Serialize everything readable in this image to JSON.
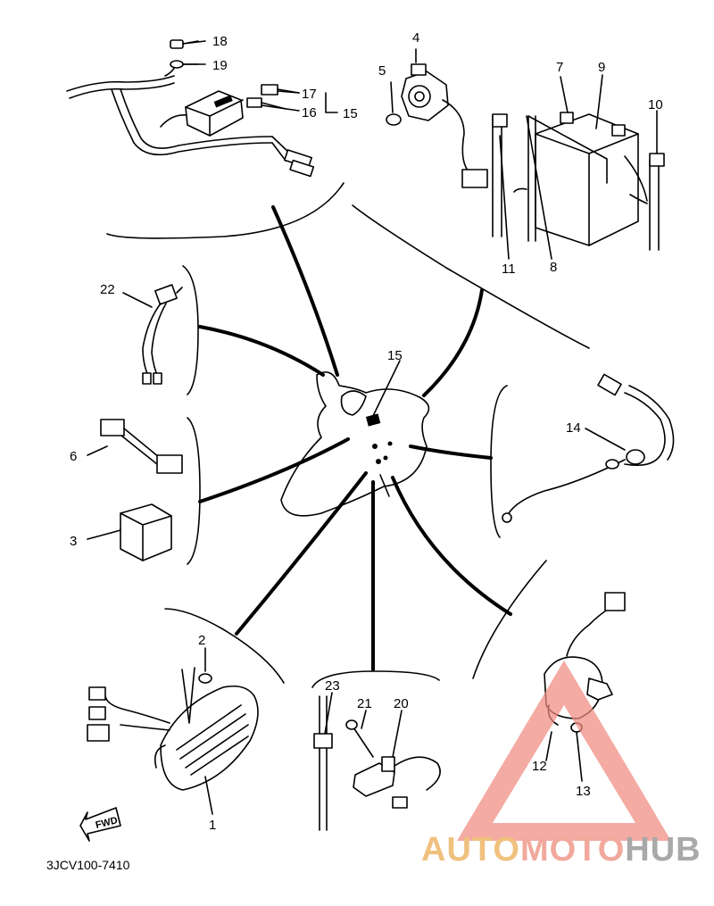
{
  "diagram": {
    "part_code": "3JCV100-7410",
    "fwd_label": "FWD",
    "callouts": {
      "c1": "1",
      "c2": "2",
      "c3": "3",
      "c4": "4",
      "c5": "5",
      "c6": "6",
      "c7": "7",
      "c8": "8",
      "c9": "9",
      "c10": "10",
      "c11": "11",
      "c12": "12",
      "c13": "13",
      "c14": "14",
      "c15_top": "15",
      "c15_center": "15",
      "c16": "16",
      "c17": "17",
      "c18": "18",
      "c19": "19",
      "c20": "20",
      "c21": "21",
      "c22": "22",
      "c23": "23"
    }
  },
  "watermark": {
    "part1": "AUTO",
    "part2": "MOTO",
    "part3": "HUB",
    "triangle_color": "#f08a80"
  }
}
